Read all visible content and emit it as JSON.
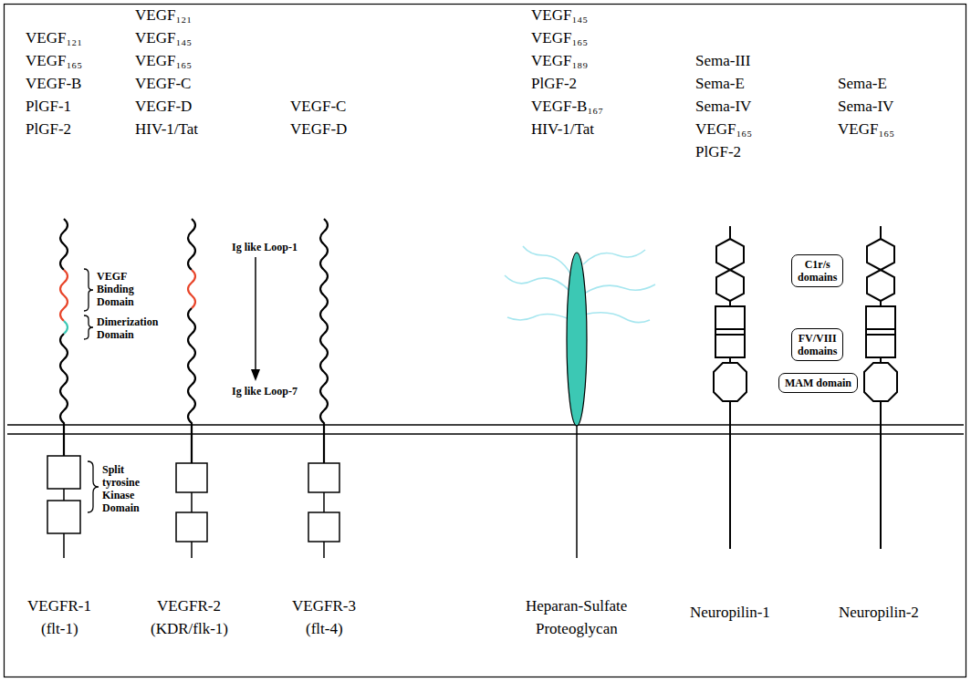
{
  "diagram": {
    "nodes": [
      {
        "text": [
          "C1r/s domains"
        ]
      },
      {
        "text": [
          "FV/VIII domains"
        ]
      },
      {
        "text": [
          "MAM domain"
        ]
      }
    ],
    "labels": [
      "VEGF₁₂₁",
      "VEGF₁₆₅",
      "VEGF-B",
      "PlGF-1",
      "PlGF-2",
      "VEGF₁₂₁",
      "VEGF₁₄₅",
      "VEGF₁₆₅",
      "VEGF-C",
      "VEGF-D",
      "HIV-1/Tat",
      "VEGF-C",
      "VEGF-D",
      "VEGF₁₄₅",
      "VEGF₁₆₅",
      "VEGF₁₈₉",
      "PlGF-2",
      "VEGF-B₁₆₇",
      "HIV-1/Tat",
      "Sema-III",
      "Sema-E",
      "Sema-IV",
      "VEGF₁₆₅",
      "PlGF-2",
      "Sema-E",
      "Sema-IV",
      "VEGF₁₆₅",
      "VEGF Binding Domain",
      "Dimerization Domain",
      "Ig like Loop-1",
      "Ig like Loop-7",
      "Split tyrosine Kinase Domain",
      "VEGFR-1",
      "(flt-1)",
      "VEGFR-2",
      "(KDR/flk-1)",
      "VEGFR-3",
      "(flt-4)",
      "Heparan-Sulfate",
      "Proteoglycan",
      "Neuropilin-1",
      "Neuropilin-2"
    ]
  }
}
